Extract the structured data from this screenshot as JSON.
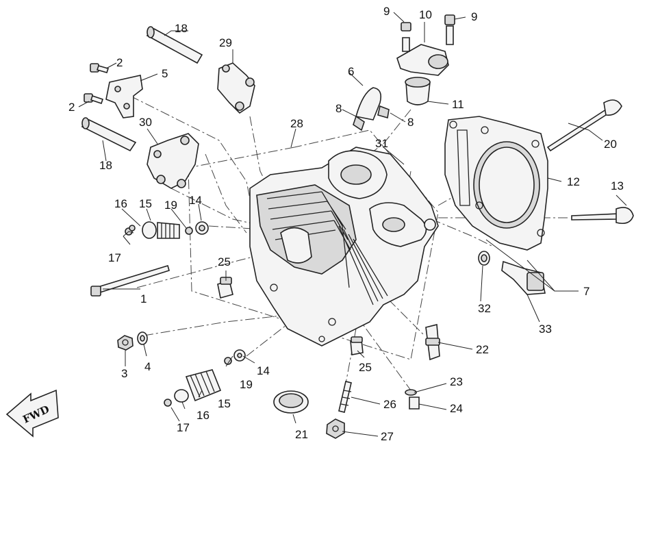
{
  "diagram": {
    "fwd_label": "FWD",
    "callouts": {
      "c1": "1",
      "c2a": "2",
      "c2b": "2",
      "c3": "3",
      "c4": "4",
      "c5": "5",
      "c6": "6",
      "c7": "7",
      "c8a": "8",
      "c8b": "8",
      "c9a": "9",
      "c9b": "9",
      "c10": "10",
      "c11": "11",
      "c12": "12",
      "c13": "13",
      "c14a": "14",
      "c14b": "14",
      "c15a": "15",
      "c15b": "15",
      "c16a": "16",
      "c16b": "16",
      "c17a": "17",
      "c17b": "17",
      "c18a": "18",
      "c18b": "18",
      "c19a": "19",
      "c19b": "19",
      "c20": "20",
      "c21": "21",
      "c22": "22",
      "c23": "23",
      "c24": "24",
      "c25a": "25",
      "c25b": "25",
      "c26": "26",
      "c27": "27",
      "c28": "28",
      "c29": "29",
      "c30": "30",
      "c31": "31",
      "c32": "32",
      "c33": "33"
    }
  }
}
